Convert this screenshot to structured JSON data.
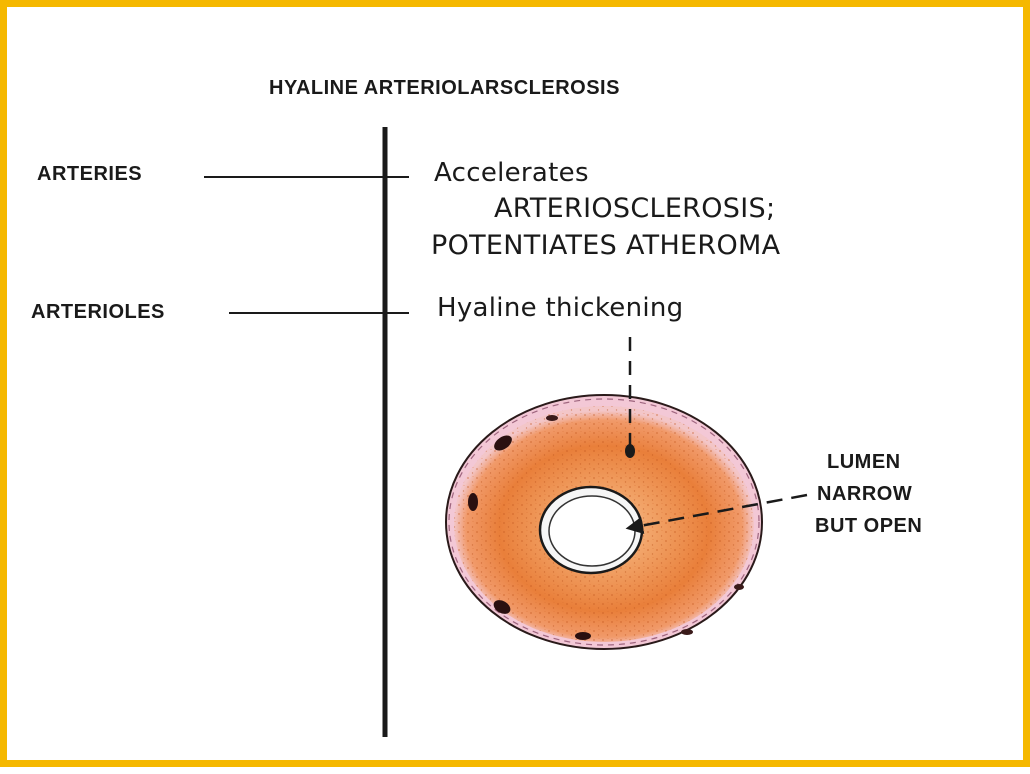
{
  "diagram": {
    "title": "HYALINE ARTERIOLARSCLEROSIS",
    "left_labels": {
      "arteries": "ARTERIES",
      "arterioles": "ARTERIOLES"
    },
    "arteries_effect": {
      "line1": "Accelerates",
      "line2": "ARTERIOSCLEROSIS;",
      "line3": "POTENTIATES ATHEROMA"
    },
    "arterioles_effect": "Hyaline thickening",
    "lumen_note": {
      "line1": "LUMEN",
      "line2": "NARROW",
      "line3": "BUT OPEN"
    }
  },
  "colors": {
    "frame": "#f5b800",
    "vessel_wall": "#e8823f",
    "adventitia": "#f3c8d6",
    "outline": "#1a1a1a"
  }
}
